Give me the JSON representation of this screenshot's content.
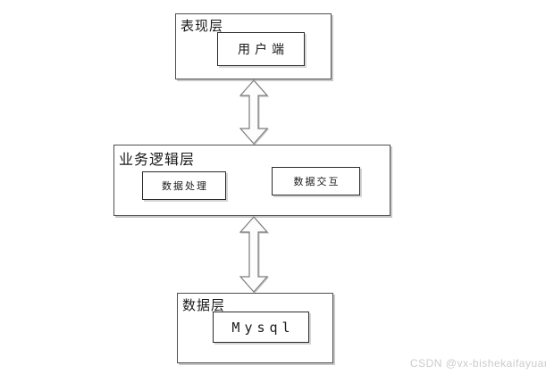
{
  "diagram": {
    "type": "architecture-tiers",
    "layers": [
      {
        "id": "presentation",
        "label": "表现层",
        "children": [
          {
            "label": "用户端"
          }
        ]
      },
      {
        "id": "business",
        "label": "业务逻辑层",
        "children": [
          {
            "label": "数据处理"
          },
          {
            "label": "数据交互"
          }
        ]
      },
      {
        "id": "data",
        "label": "数据层",
        "children": [
          {
            "label": "Mysql"
          }
        ]
      }
    ],
    "connectors": [
      {
        "type": "double-arrow",
        "from": "表现层",
        "to": "业务逻辑层"
      },
      {
        "type": "double-arrow",
        "from": "业务逻辑层",
        "to": "数据层"
      }
    ]
  },
  "watermark": {
    "text": "CSDN @vx-bishekaifayuan"
  },
  "colors": {
    "background": "#ffffff",
    "box_border": "#4f4f4f",
    "box_shadow": "#c8c8c8",
    "text": "#1a1a1a",
    "arrow_fill": "#fdfdfd",
    "arrow_stroke": "#7d7d7d",
    "watermark_text": "#cbcbcb"
  },
  "icons": {
    "connector": "double-arrow-vertical-icon"
  }
}
